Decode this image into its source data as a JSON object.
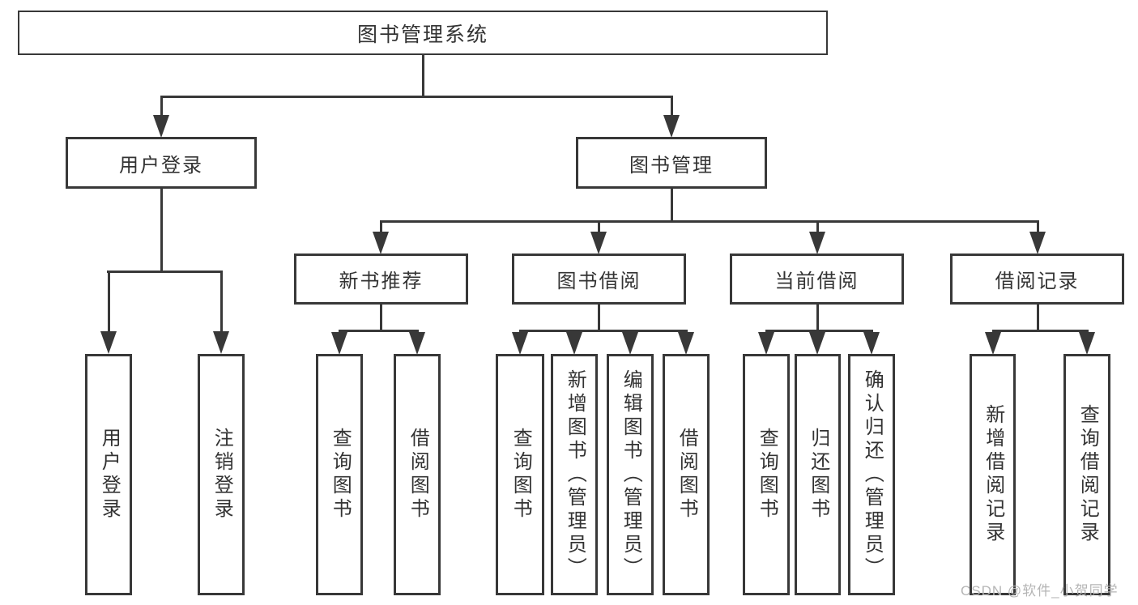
{
  "tree": {
    "root": {
      "label": "图书管理系统",
      "children": [
        {
          "label": "用户登录",
          "children": [
            {
              "label": "用户登录"
            },
            {
              "label": "注销登录"
            }
          ]
        },
        {
          "label": "图书管理",
          "children": [
            {
              "label": "新书推荐",
              "children": [
                {
                  "label": "查询图书"
                },
                {
                  "label": "借阅图书"
                }
              ]
            },
            {
              "label": "图书借阅",
              "children": [
                {
                  "label": "查询图书"
                },
                {
                  "label": "新增图书（管理员）"
                },
                {
                  "label": "编辑图书（管理员）"
                },
                {
                  "label": "借阅图书"
                }
              ]
            },
            {
              "label": "当前借阅",
              "children": [
                {
                  "label": "查询图书"
                },
                {
                  "label": "归还图书"
                },
                {
                  "label": "确认归还（管理员）"
                }
              ]
            },
            {
              "label": "借阅记录",
              "children": [
                {
                  "label": "新增借阅记录"
                },
                {
                  "label": "查询借阅记录"
                }
              ]
            }
          ]
        }
      ]
    }
  },
  "watermark": {
    "text": "CSDN @软件_小贺同学"
  },
  "colors": {
    "line": "#383838",
    "text": "#333333",
    "watermark": "#b5b5b5",
    "background": "#ffffff"
  }
}
